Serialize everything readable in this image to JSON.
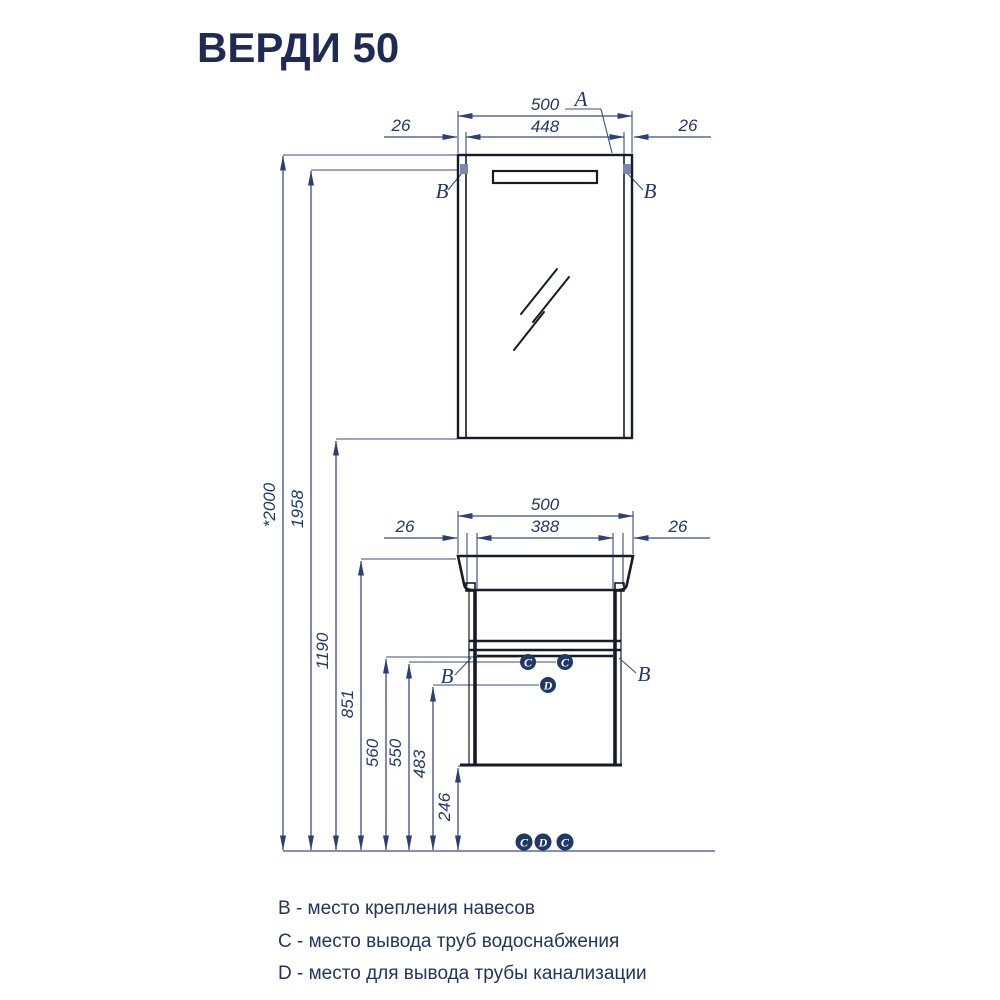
{
  "title": "ВЕРДИ 50",
  "legend": {
    "b": "B - место крепления навесов",
    "c": "C - место вывода труб водоснабжения",
    "d": "D - место для вывода трубы канализации"
  },
  "mirror": {
    "width": "500",
    "mount_span": "448",
    "offset_left": "26",
    "offset_right": "26",
    "corner_label": "A",
    "mount_left": "B",
    "mount_right": "B"
  },
  "vanity": {
    "width": "500",
    "mount_span": "388",
    "offset_left": "26",
    "offset_right": "26",
    "mount_left": "B",
    "mount_right": "B",
    "supply_left": "C",
    "supply_right": "C",
    "drain": "D"
  },
  "heights": {
    "mirror_top": "*2000",
    "mirror_mount": "1958",
    "mirror_bottom": "1190",
    "sink_top": "851",
    "supply_left": "560",
    "supply_right": "550",
    "drain": "483",
    "cabinet_bottom": "246"
  },
  "floor_markers": {
    "left": "C",
    "center": "D",
    "right": "C"
  },
  "colors": {
    "navy_text": "#1f3160",
    "dimension_line": "#3b4c80",
    "drawing_ink": "#171b27"
  }
}
